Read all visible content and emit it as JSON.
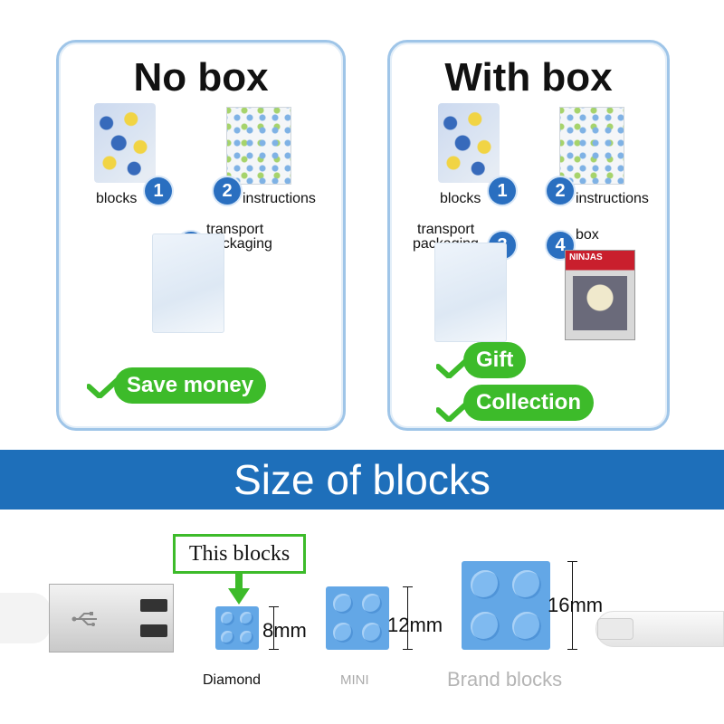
{
  "no_box": {
    "title": "No box",
    "items": [
      {
        "num": "1",
        "label": "blocks"
      },
      {
        "num": "2",
        "label": "instructions"
      },
      {
        "num": "3",
        "label_line1": "transport",
        "label_line2": "packaging"
      }
    ],
    "benefits": [
      "Save money"
    ]
  },
  "with_box": {
    "title": "With box",
    "items": [
      {
        "num": "1",
        "label": "blocks"
      },
      {
        "num": "2",
        "label": "instructions"
      },
      {
        "num": "3",
        "label_line1": "transport",
        "label_line2": "packaging"
      },
      {
        "num": "4",
        "label": "box",
        "box_brand": "NINJAS"
      }
    ],
    "benefits": [
      "Gift",
      "Collection"
    ]
  },
  "banner": {
    "title": "Size of blocks"
  },
  "sizes": {
    "callout": "This blocks",
    "blocks": [
      {
        "name": "Diamond",
        "size": "8mm"
      },
      {
        "name": "MINI",
        "size": "12mm"
      },
      {
        "name": "Brand blocks",
        "size": "16mm"
      }
    ]
  },
  "colors": {
    "accent_blue": "#1e6fba",
    "badge_blue": "#2a6fc0",
    "green": "#3dbb2a",
    "brick_blue": "#63a7e6"
  },
  "icons": [
    "check-icon",
    "usb-icon",
    "arrow-down-icon"
  ]
}
